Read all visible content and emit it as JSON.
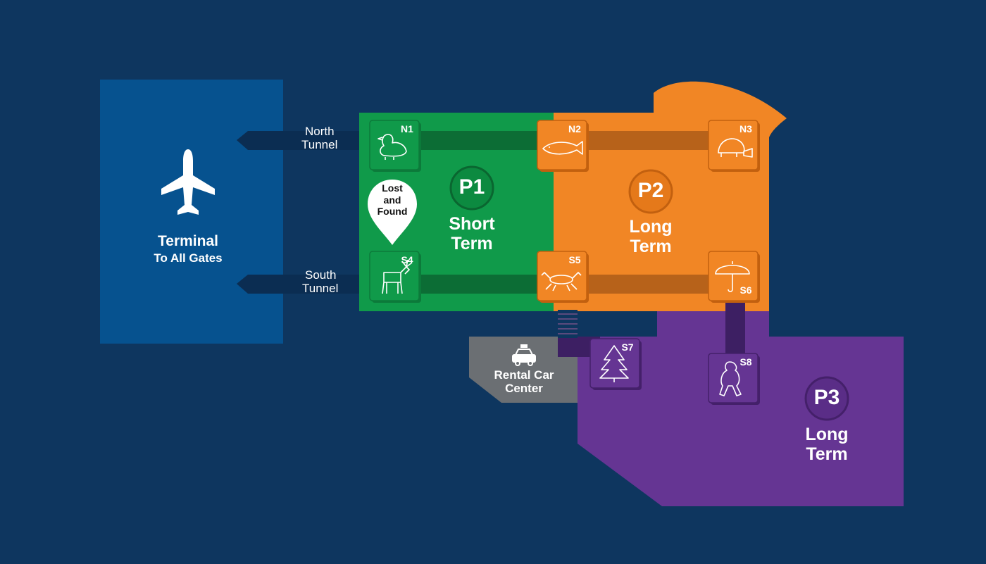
{
  "terminal": {
    "title": "Terminal",
    "subtitle": "To All Gates",
    "icon": "airplane-icon"
  },
  "tunnels": {
    "north": {
      "line1": "North",
      "line2": "Tunnel"
    },
    "south": {
      "line1": "South",
      "line2": "Tunnel"
    }
  },
  "lost_and_found": {
    "line1": "Lost",
    "line2": "and",
    "line3": "Found"
  },
  "rental_car": {
    "line1": "Rental Car",
    "line2": "Center",
    "icon": "taxi-icon"
  },
  "zones": [
    {
      "code": "P1",
      "name_line1": "Short",
      "name_line2": "Term",
      "color": "#109a4a"
    },
    {
      "code": "P2",
      "name_line1": "Long",
      "name_line2": "Term",
      "color": "#f18625"
    },
    {
      "code": "P3",
      "name_line1": "Long",
      "name_line2": "Term",
      "color": "#653593"
    }
  ],
  "stops": [
    {
      "code": "N1",
      "icon": "duck-icon"
    },
    {
      "code": "N2",
      "icon": "salmon-icon"
    },
    {
      "code": "N3",
      "icon": "beaver-icon"
    },
    {
      "code": "S4",
      "icon": "elk-icon"
    },
    {
      "code": "S5",
      "icon": "crab-icon"
    },
    {
      "code": "S6",
      "icon": "umbrella-icon"
    },
    {
      "code": "S7",
      "icon": "tree-icon"
    },
    {
      "code": "S8",
      "icon": "bigfoot-icon"
    }
  ],
  "colors": {
    "background": "#0e365f",
    "terminal": "#06528f",
    "tunnel": "#0b2d52",
    "short_term": "#109a4a",
    "long_term_p2": "#f18625",
    "long_term_p3": "#653593",
    "rental": "#6b6f73"
  }
}
